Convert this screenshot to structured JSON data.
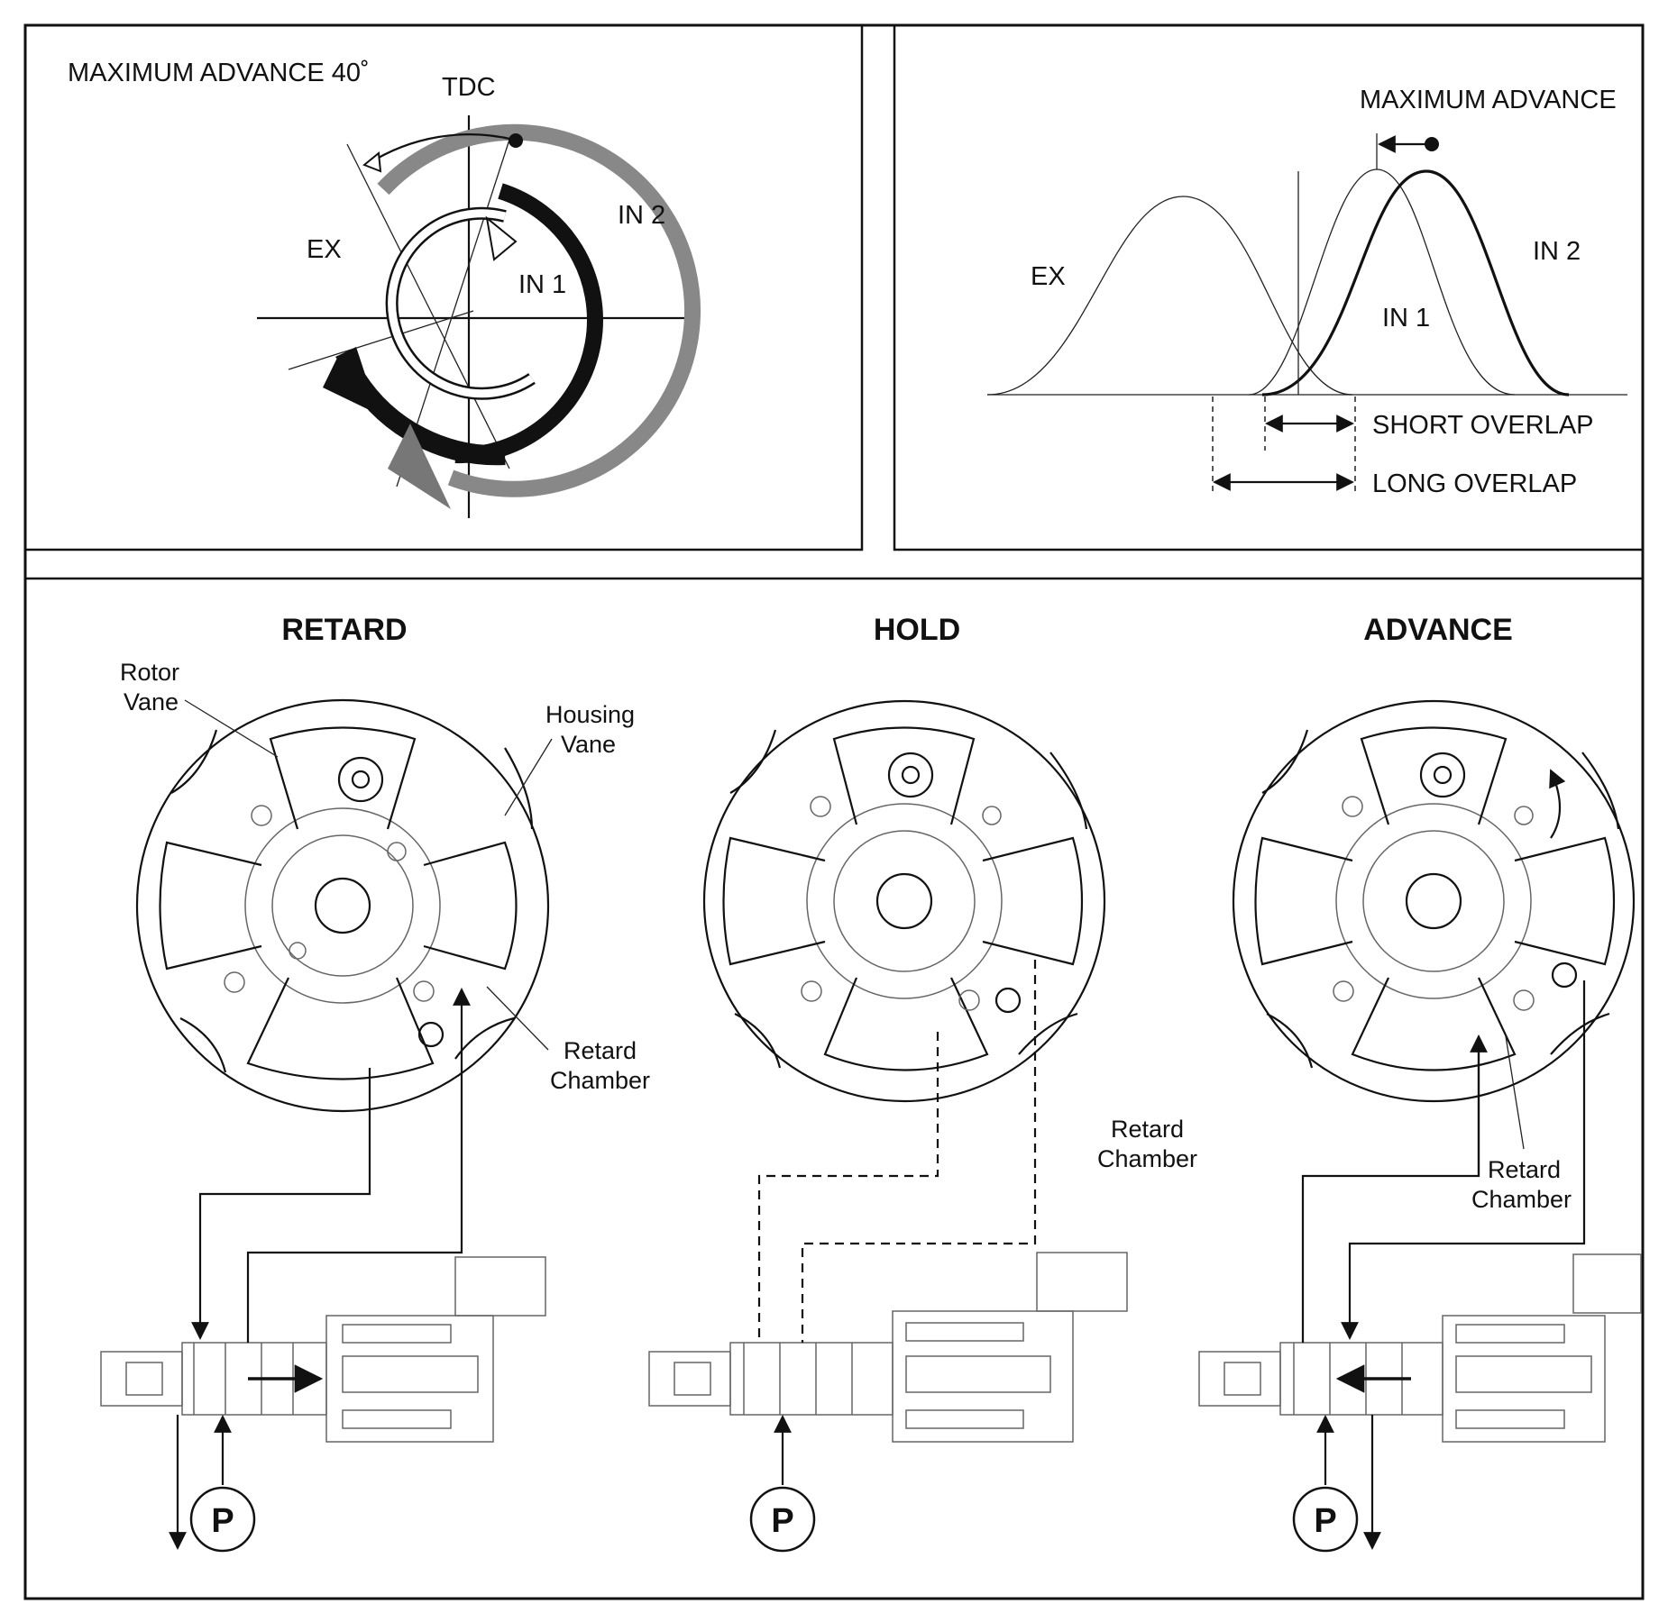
{
  "timing_diagram": {
    "max_advance": "MAXIMUM ADVANCE 40˚",
    "tdc": "TDC",
    "ex": "EX",
    "in1": "IN 1",
    "in2": "IN 2"
  },
  "lift_chart": {
    "max_advance": "MAXIMUM ADVANCE",
    "ex": "EX",
    "in1": "IN 1",
    "in2": "IN 2",
    "short_overlap": "SHORT OVERLAP",
    "long_overlap": "LONG OVERLAP"
  },
  "modes": {
    "retard": {
      "title": "RETARD",
      "rotor_vane": [
        "Rotor",
        "Vane"
      ],
      "housing_vane": [
        "Housing",
        "Vane"
      ],
      "retard_chamber": [
        "Retard",
        "Chamber"
      ],
      "pressure": "P"
    },
    "hold": {
      "title": "HOLD",
      "retard_chamber": [
        "Retard",
        "Chamber"
      ],
      "pressure": "P"
    },
    "advance": {
      "title": "ADVANCE",
      "retard_chamber": [
        "Retard",
        "Chamber"
      ],
      "pressure": "P"
    }
  }
}
